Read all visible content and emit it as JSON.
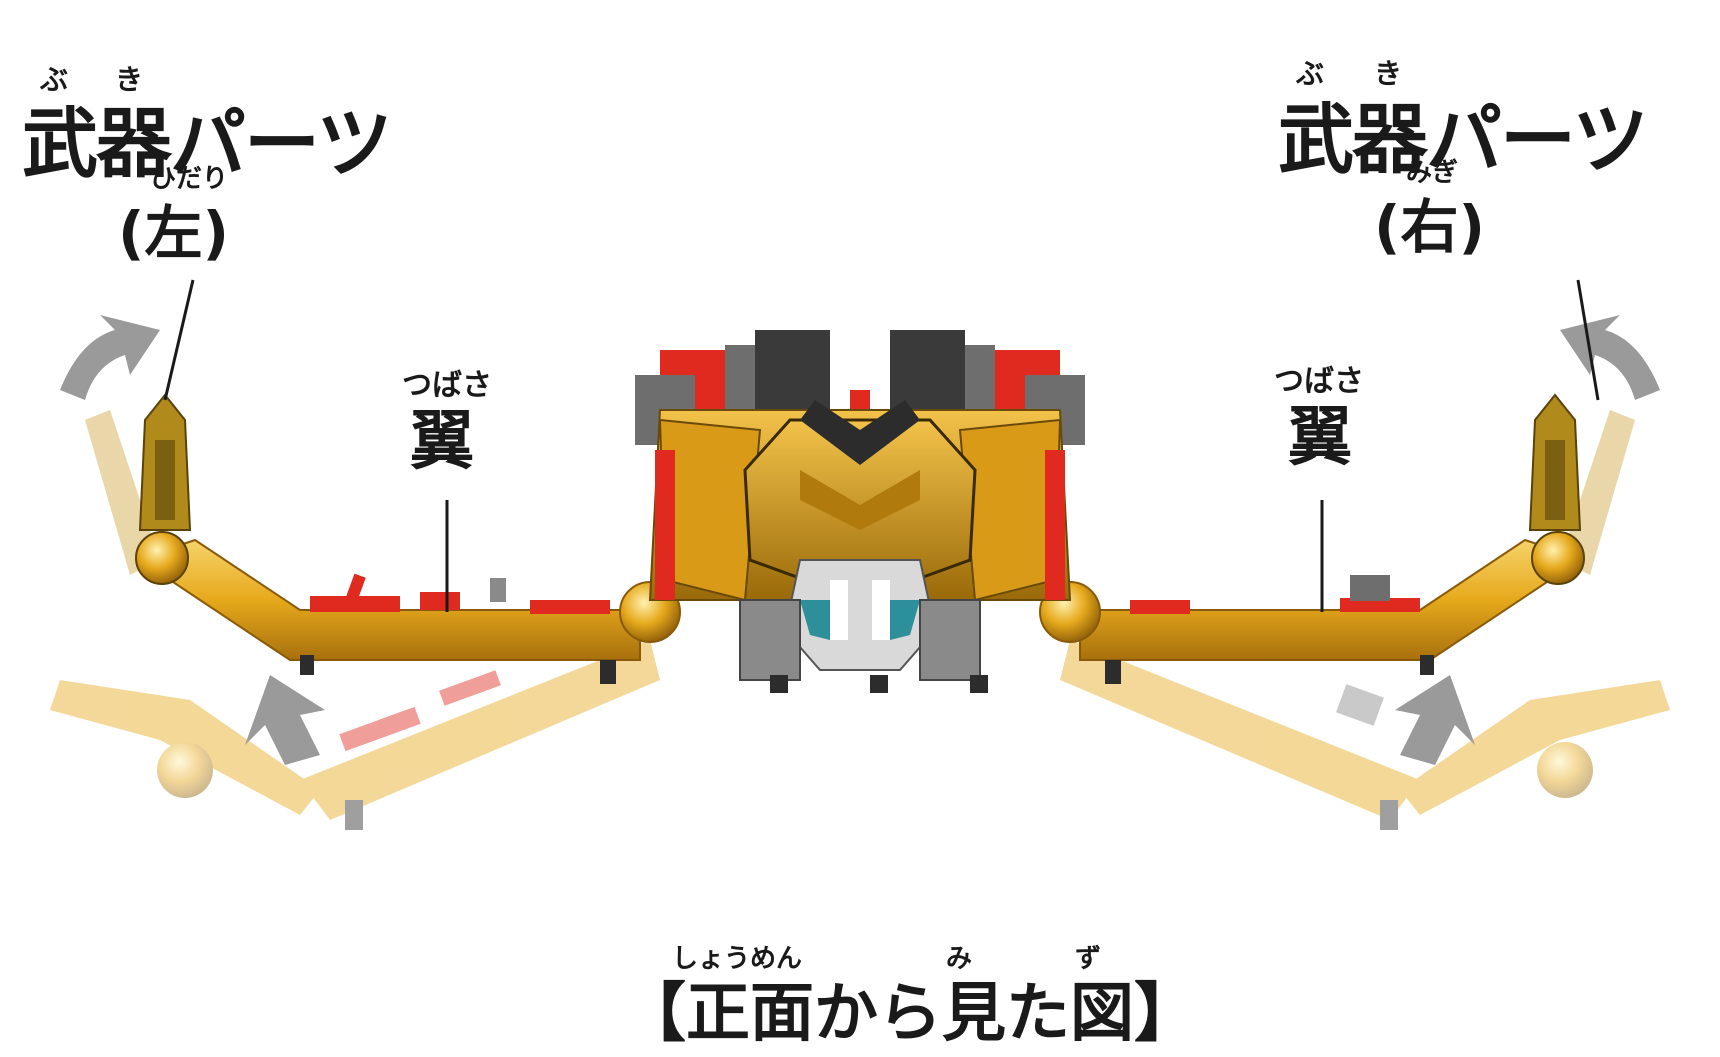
{
  "labels": {
    "weapon_left": {
      "ruby_bu": "ぶ",
      "ruby_ki": "き",
      "text": "武器パーツ",
      "side_ruby": "ひだり",
      "side": "(左)"
    },
    "weapon_right": {
      "ruby_bu": "ぶ",
      "ruby_ki": "き",
      "text": "武器パーツ",
      "side_ruby": "みぎ",
      "side": "(右)"
    },
    "wing_left": {
      "ruby": "つばさ",
      "text": "翼"
    },
    "wing_right": {
      "ruby": "つばさ",
      "text": "翼"
    },
    "caption": {
      "ruby_shoumen": "しょうめん",
      "ruby_mi": "み",
      "ruby_zu": "ず",
      "text": "【正面から見た図】"
    }
  },
  "colors": {
    "gold": "#e6a91c",
    "gold_dark": "#a8700d",
    "gold_light": "#f6d36a",
    "red": "#e02a1f",
    "gray": "#6e6e6e",
    "dark": "#2c2c2c",
    "arrow": "#9a9a9a",
    "teal": "#2d8f9a"
  }
}
